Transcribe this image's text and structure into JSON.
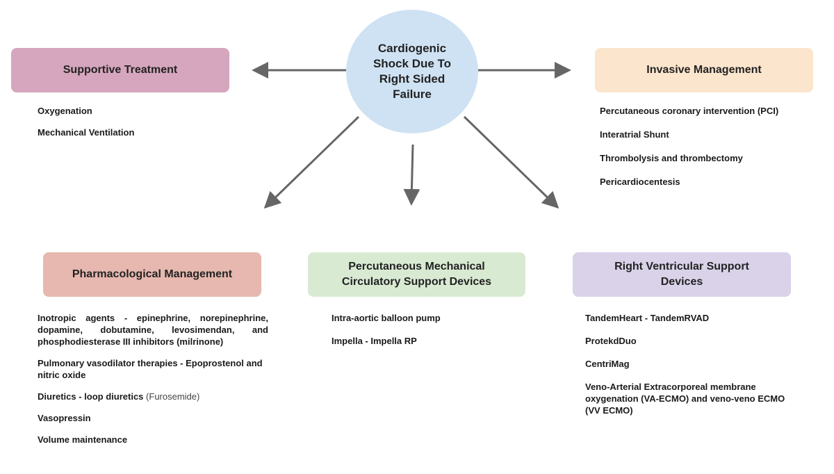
{
  "colors": {
    "center_fill": "#cfe2f3",
    "supportive_fill": "#d5a6bd",
    "invasive_fill": "#fce5cd",
    "pharmacological_fill": "#e6b8af",
    "mcs_fill": "#d9ead3",
    "rv_support_fill": "#d9d2e9",
    "arrow": "#666666"
  },
  "center": {
    "label": "Cardiogenic Shock Due To Right Sided Failure"
  },
  "supportive": {
    "title": "Supportive Treatment",
    "items": [
      "Oxygenation",
      "Mechanical Ventilation"
    ]
  },
  "invasive": {
    "title": "Invasive Management",
    "items": [
      "Percutaneous coronary intervention (PCI)",
      "Interatrial Shunt",
      "Thrombolysis and thrombectomy",
      "Pericardiocentesis"
    ]
  },
  "pharmacological": {
    "title": "Pharmacological Management",
    "items": [
      "Inotropic agents - epinephrine, norepinephrine, dopamine, dobutamine, levosimendan, and phosphodiesterase III inhibitors (milrinone)",
      "Pulmonary vasodilator therapies - Epoprostenol and nitric oxide",
      "Diuretics -  loop diuretics",
      "(Furosemide)",
      "Vasopressin",
      "Volume maintenance"
    ]
  },
  "mcs": {
    "title": "Percutaneous Mechanical Circulatory Support Devices",
    "items": [
      "Intra-aortic balloon pump",
      "Impella - Impella RP"
    ]
  },
  "rv_support": {
    "title": "Right Ventricular Support Devices",
    "items": [
      "TandemHeart - TandemRVAD",
      "ProtekdDuo",
      "CentriMag",
      "Veno-Arterial Extracorporeal membrane oxygenation (VA-ECMO) and veno-veno ECMO (VV ECMO)"
    ]
  }
}
